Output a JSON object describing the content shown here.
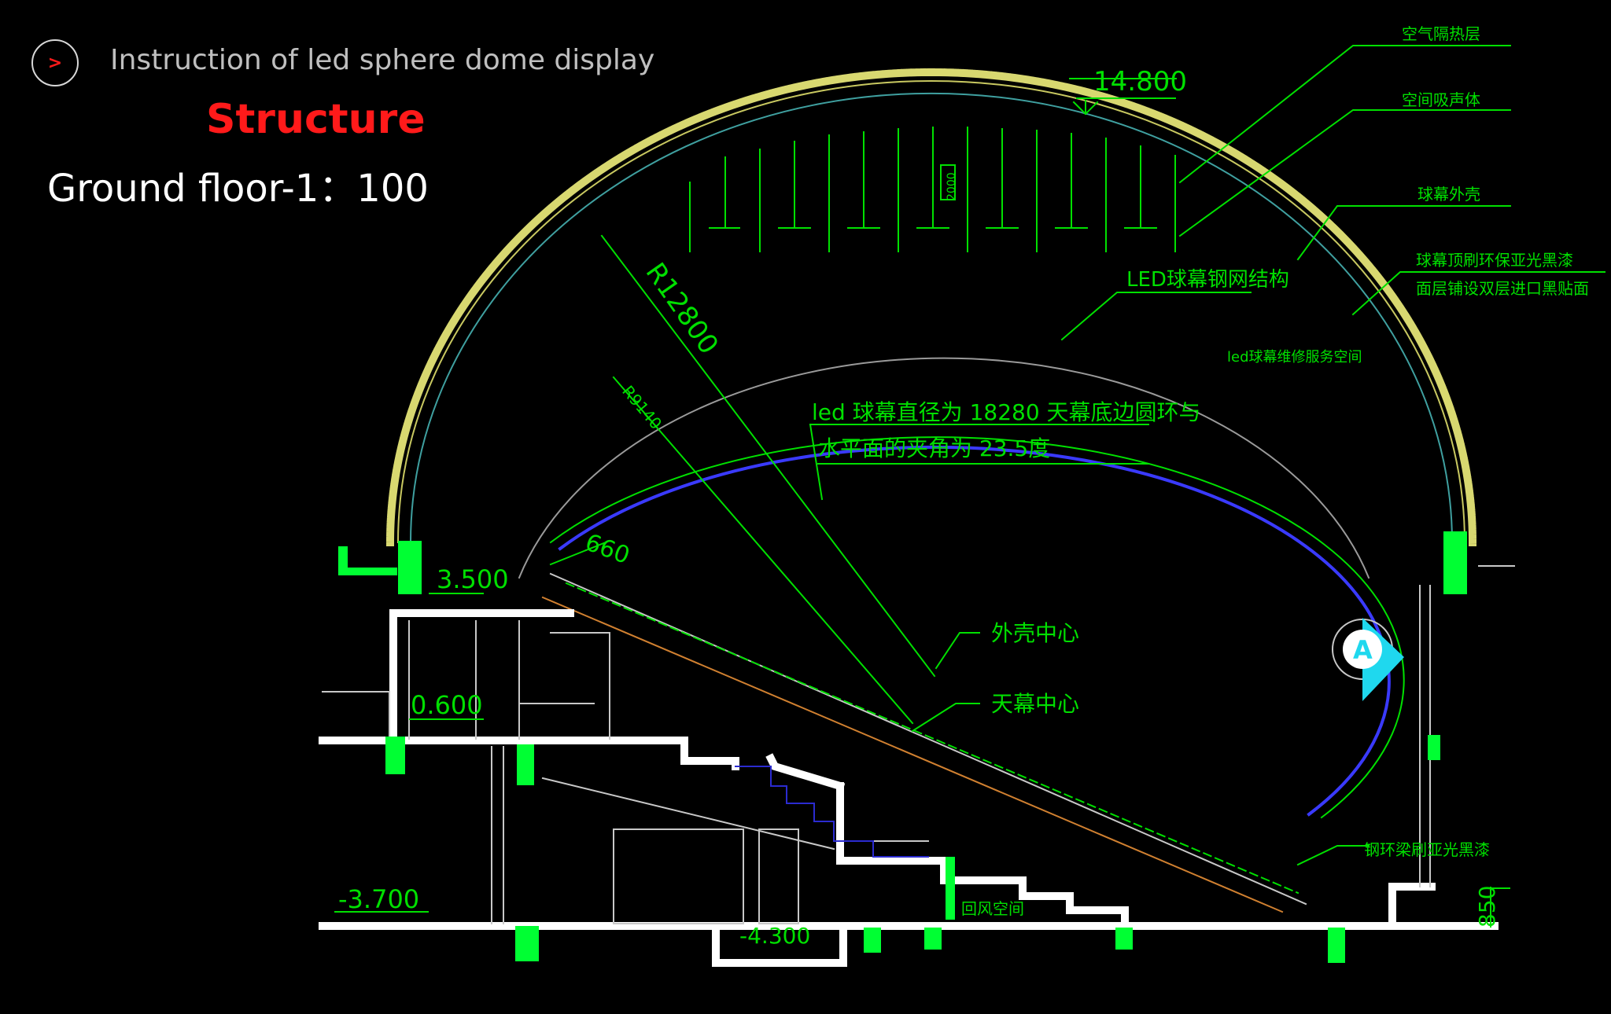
{
  "header": {
    "icon": "chevron-right-icon",
    "icon_glyph": ">",
    "title": "Instruction of led sphere dome display"
  },
  "section_title": "Structure",
  "scale_label": "Ground floor-1：100",
  "drawing": {
    "elevations": {
      "top": "14.800",
      "upper": "3.500",
      "mid": "0.600",
      "low": "-3.700",
      "pit": "-4.300",
      "base": "850"
    },
    "dimensions": {
      "outer_radius": "R12800",
      "inner_radius": "R9140",
      "gap": "660",
      "hanger": "2000"
    },
    "callouts": {
      "air_insulation": "空气隔热层",
      "sound_absorber": "空间吸声体",
      "dome_shell": "球幕外壳",
      "top_ring_line1": "球幕顶刷环保亚光黑漆",
      "top_ring_line2": "面层铺设双层进口黑贴面",
      "led_frame": "LED球幕钢网结构",
      "led_service": "led球幕维修服务空间",
      "diameter_line1": "led 球幕直径为  18280 天幕底边圆环与",
      "diameter_line2": "水平面的夹角为  23.5度",
      "shell_center": "外壳中心",
      "screen_center": "天幕中心",
      "steel_ring": "钢环梁刷亚光黑漆",
      "return_air": "回风空间"
    },
    "section_marker": "A",
    "colors": {
      "background": "#000000",
      "linework": "#00e000",
      "structure": "#ffffff",
      "column": "#00ff33",
      "shell_fill": "#d8d870",
      "screen_edge": "#3a3aff",
      "marker": "#1fd8ee",
      "title_red": "#ff1a1a"
    }
  }
}
